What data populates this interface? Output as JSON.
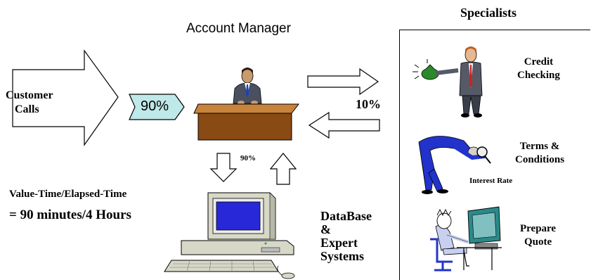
{
  "labels": {
    "account_manager": "Account Manager",
    "specialists": "Specialists",
    "customer_line1": "Customer",
    "customer_line2": "Calls",
    "pct_in": "90%",
    "pct_out": "10%",
    "pct_db": "90%",
    "metric_line1": "Value-Time/Elapsed-Time",
    "metric_line2": "= 90 minutes/4 Hours",
    "db_line1": "DataBase",
    "db_line2": "&",
    "db_line3": "Expert",
    "db_line4": "Systems",
    "credit_line1": "Credit",
    "credit_line2": "Checking",
    "terms_line1": "Terms &",
    "terms_line2": "Conditions",
    "interest_rate": "Interest Rate",
    "quote_line1": "Prepare",
    "quote_line2": "Quote"
  },
  "colors": {
    "desk_top": "#c8843a",
    "desk_front": "#8a4a14",
    "pct_box": "#bfe8e8",
    "suit": "#555a66",
    "blue_person": "#2233cc",
    "screen": "#2828d8",
    "computer": "#d8d8c8"
  },
  "icons": [
    "person-at-desk-icon",
    "credit-checker-person-icon",
    "bending-inspector-person-icon",
    "person-at-computer-icon",
    "computer-icon"
  ]
}
